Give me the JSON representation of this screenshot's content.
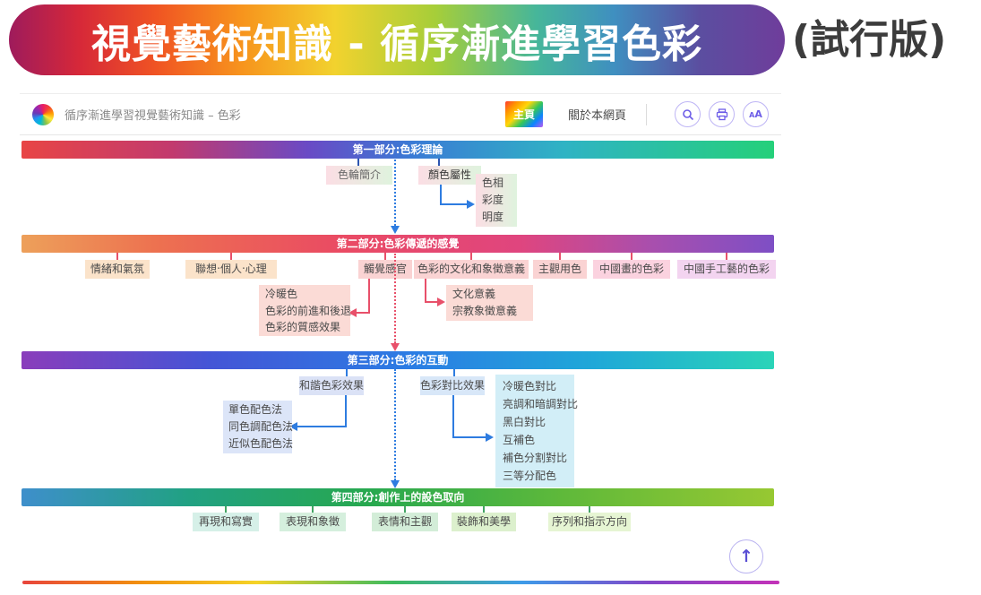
{
  "banner": {
    "title": "視覺藝術知識 - 循序漸進學習色彩",
    "version_tag": "(試行版)"
  },
  "header": {
    "site_title": "循序漸進學習視覺藝術知識 – 色彩",
    "home_label": "主頁",
    "about_label": "關於本網頁",
    "font_small": "A",
    "font_large": "A"
  },
  "part1": {
    "title": "第一部分:色彩理論",
    "wheel_intro": "色輪簡介",
    "color_attrs": "顏色屬性",
    "attr_items": [
      "色相",
      "彩度",
      "明度"
    ]
  },
  "part2": {
    "title": "第二部分:色彩傳遞的感覺",
    "items": [
      "情緒和氣氛",
      "聯想‧個人‧心理",
      "觸覺感官",
      "色彩的文化和象徵意義",
      "主觀用色",
      "中國畫的色彩",
      "中國手工藝的色彩"
    ],
    "touch_sub": [
      "冷暖色",
      "色彩的前進和後退",
      "色彩的質感效果"
    ],
    "culture_sub": [
      "文化意義",
      "宗教象徵意義"
    ]
  },
  "part3": {
    "title": "第三部分:色彩的互動",
    "harmony": "和諧色彩效果",
    "contrast": "色彩對比效果",
    "harmony_sub": [
      "單色配色法",
      "同色調配色法",
      "近似色配色法"
    ],
    "contrast_sub": [
      "冷暖色對比",
      "亮調和暗調對比",
      "黑白對比",
      "互補色",
      "補色分割對比",
      "三等分配色"
    ]
  },
  "part4": {
    "title": "第四部分:創作上的設色取向",
    "items": [
      "再現和寫實",
      "表現和象徵",
      "表情和主觀",
      "裝飾和美學",
      "序列和指示方向"
    ]
  },
  "icons": {
    "logo": "color-wheel",
    "search": "magnifier",
    "print": "printer",
    "font_size": "AA",
    "back_to_top_glyph": "↑"
  },
  "colors": {
    "accent_purple": "#6c5ce7",
    "bar1_gradient": [
      "#e84545",
      "#6a4ac5",
      "#25d07a"
    ],
    "bar2_gradient": [
      "#eda05a",
      "#ea4b63",
      "#7e4fc5"
    ],
    "bar3_gradient": [
      "#8a3dbb",
      "#2b7de4",
      "#2ad4b8"
    ],
    "bar4_gradient": [
      "#3e8fcb",
      "#27a84f",
      "#97c832"
    ],
    "connector_blue": "#2e7ce0",
    "connector_pink": "#e8506a",
    "connector_green": "#43a564"
  }
}
